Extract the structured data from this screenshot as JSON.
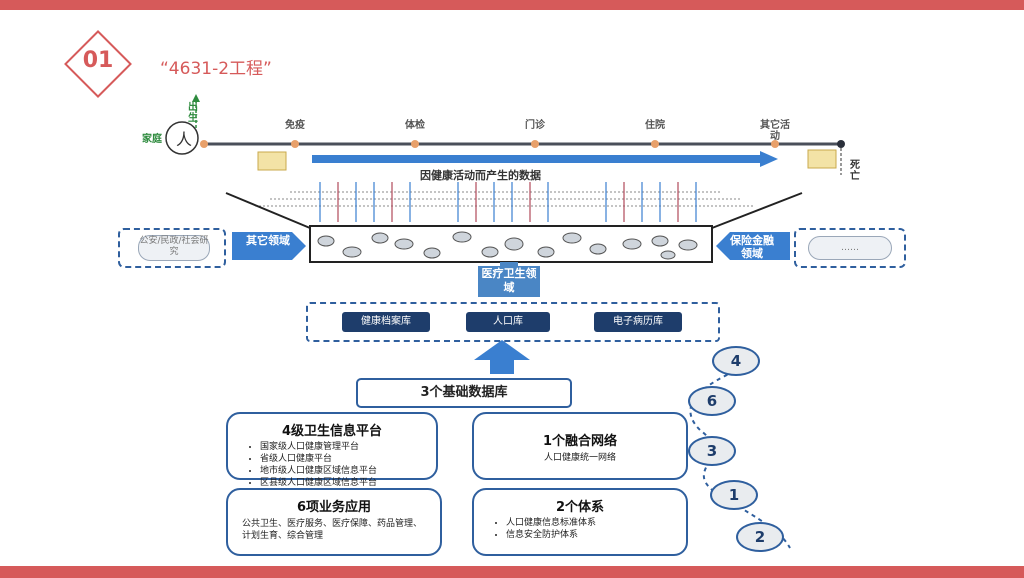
{
  "header": {
    "number": "01",
    "title": "“4631-2工程”"
  },
  "timeline": {
    "start_label": "出生",
    "family_label": "家庭",
    "end_label": "死亡",
    "stages": [
      "免疫",
      "体检",
      "门诊",
      "住院",
      "其它活动"
    ]
  },
  "flow": {
    "label": "因健康活动而产生的数据"
  },
  "left_domain": {
    "label": "其它领域",
    "inner": "公安/民政/社会研究"
  },
  "right_domain": {
    "label": "保险金融领域",
    "inner": "……"
  },
  "medical_domain": {
    "label": "医疗卫生领域"
  },
  "databases": [
    "健康档案库",
    "人口库",
    "电子病历库"
  ],
  "base": {
    "label": "3个基础数据库"
  },
  "platform": {
    "title": "4级卫生信息平台",
    "items": [
      "国家级人口健康管理平台",
      "省级人口健康平台",
      "地市级人口健康区域信息平台",
      "区县级人口健康区域信息平台"
    ]
  },
  "network": {
    "title": "1个融合网络",
    "desc": "人口健康统一网络"
  },
  "business": {
    "title": "6项业务应用",
    "desc": "公共卫生、医疗服务、医疗保障、药品管理、计划生育、综合管理"
  },
  "systems": {
    "title": "2个体系",
    "items": [
      "人口健康信息标准体系",
      "信息安全防护体系"
    ]
  },
  "numbers": [
    "4",
    "6",
    "3",
    "1",
    "2"
  ]
}
